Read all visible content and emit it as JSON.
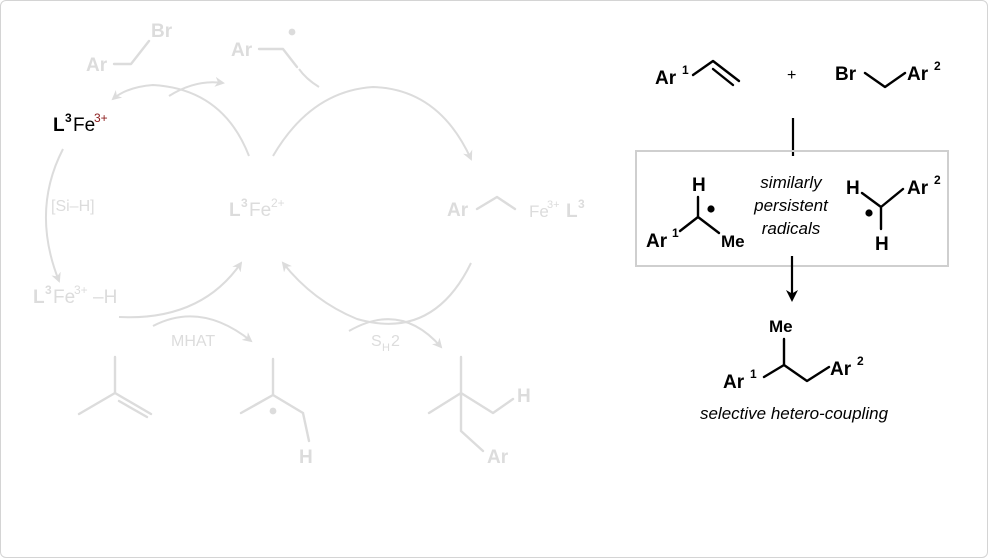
{
  "colors": {
    "faded": "#dcdcdc",
    "active": "#000000",
    "fe_charge": "#8b1a1a",
    "box_border": "#cfcfcf"
  },
  "cycle": {
    "ar_substrate": "Ar",
    "br": "Br",
    "ar_radical": "Ar",
    "fe3_ligand": "L",
    "fe3_ligand_sup": "3",
    "fe3_metal": "Fe",
    "fe3_charge": "3+",
    "sih": "[Si–H]",
    "fe2_ligand": "L",
    "fe2_ligand_sup": "3",
    "fe2_metal": "Fe",
    "fe2_charge": "2+",
    "feh_ligand": "L",
    "feh_ligand_sup": "3",
    "feh_metal": "Fe",
    "feh_charge": "3+",
    "feh_h": "–H",
    "alkyl_ar": "Ar",
    "alkyl_fe": "Fe",
    "alkyl_charge": "3+",
    "alkyl_ligand": "L",
    "alkyl_ligand_sup": "3",
    "mhat": "MHAT",
    "sh2_s": "S",
    "sh2_sub": "H",
    "sh2_num": "2",
    "radical_h": "H",
    "product_h": "H",
    "product_ar": "Ar"
  },
  "scheme": {
    "ar1": "Ar",
    "ar1_sup": "1",
    "plus": "+",
    "br": "Br",
    "ar2": "Ar",
    "ar2_sup": "2",
    "box_lines": [
      "similarly",
      "persistent",
      "radicals"
    ],
    "rad1_h": "H",
    "rad1_ar": "Ar",
    "rad1_ar_sup": "1",
    "rad1_me": "Me",
    "rad2_h_top": "H",
    "rad2_h_bottom": "H",
    "rad2_ar": "Ar",
    "rad2_ar_sup": "2",
    "prod_me": "Me",
    "prod_ar1": "Ar",
    "prod_ar1_sup": "1",
    "prod_ar2": "Ar",
    "prod_ar2_sup": "2",
    "caption": "selective hetero-coupling"
  }
}
